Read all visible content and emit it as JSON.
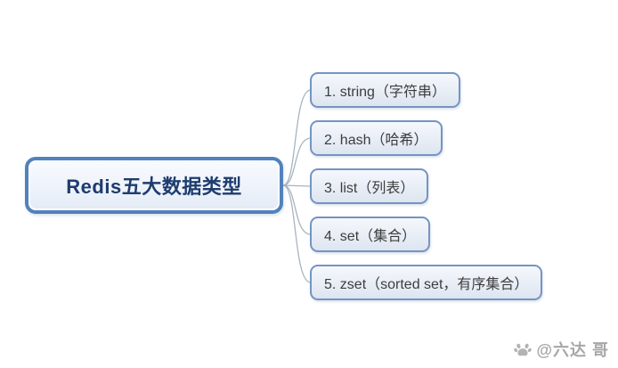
{
  "diagram": {
    "type": "mindmap",
    "root": {
      "label": "Redis五大数据类型"
    },
    "children": [
      {
        "label": "1. string（字符串）"
      },
      {
        "label": "2. hash（哈希）"
      },
      {
        "label": "3. list（列表）"
      },
      {
        "label": "4. set（集合）"
      },
      {
        "label": "5. zset（sorted set，有序集合）"
      }
    ]
  },
  "watermark": {
    "icon": "paw-icon",
    "text": "@六达 哥"
  },
  "colors": {
    "background": "#ffffff",
    "root_border": "#5182bd",
    "root_text": "#1e3c6e",
    "child_border": "#7494c4",
    "child_fill_top": "#f5f8fc",
    "child_fill_bottom": "#dde5f0",
    "child_text": "#3d3d3d",
    "connector": "#a8b4c0",
    "watermark_text": "#8a8a8a"
  }
}
